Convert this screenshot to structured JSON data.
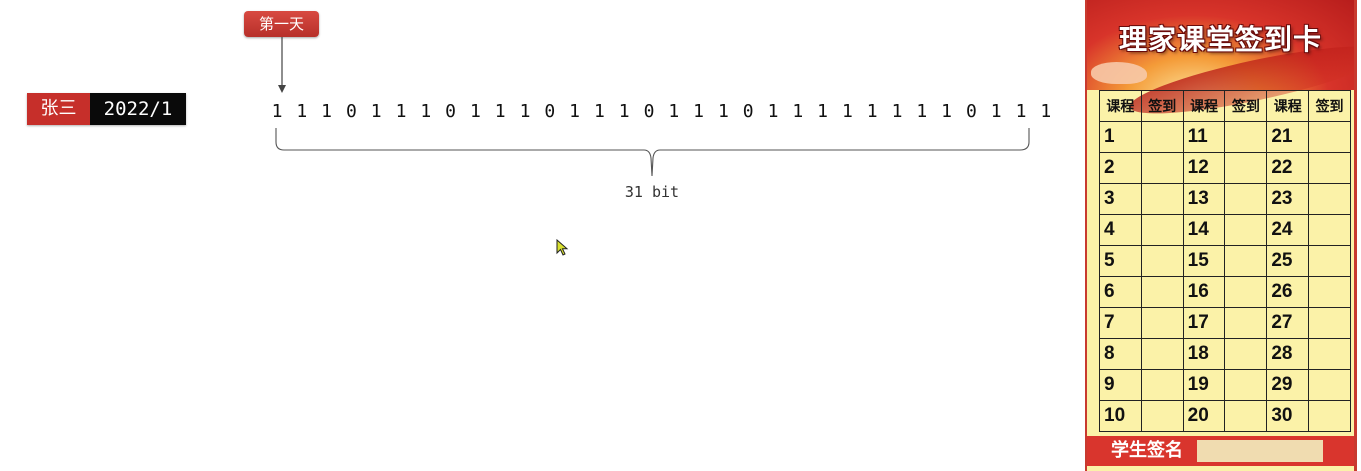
{
  "day_tag": "第一天",
  "user": {
    "name": "张三",
    "month": "2022/1"
  },
  "bits": [
    1,
    1,
    1,
    0,
    1,
    1,
    1,
    0,
    1,
    1,
    1,
    0,
    1,
    1,
    1,
    0,
    1,
    1,
    1,
    0,
    1,
    1,
    1,
    1,
    1,
    1,
    1,
    1,
    0,
    1,
    1,
    1
  ],
  "bit_count_label": "31 bit",
  "card": {
    "title": "理家课堂签到卡",
    "headers": [
      "课程",
      "签到",
      "课程",
      "签到",
      "课程",
      "签到"
    ],
    "rows": [
      [
        "1",
        "11",
        "21"
      ],
      [
        "2",
        "12",
        "22"
      ],
      [
        "3",
        "13",
        "23"
      ],
      [
        "4",
        "14",
        "24"
      ],
      [
        "5",
        "15",
        "25"
      ],
      [
        "6",
        "16",
        "26"
      ],
      [
        "7",
        "17",
        "27"
      ],
      [
        "8",
        "18",
        "28"
      ],
      [
        "9",
        "19",
        "29"
      ],
      [
        "10",
        "20",
        "30"
      ]
    ],
    "footer_label": "学生签名"
  },
  "colors": {
    "tag_red": "#c62f2a",
    "tag_black": "#0a0a0a",
    "card_bg": "#fbf2a8"
  }
}
